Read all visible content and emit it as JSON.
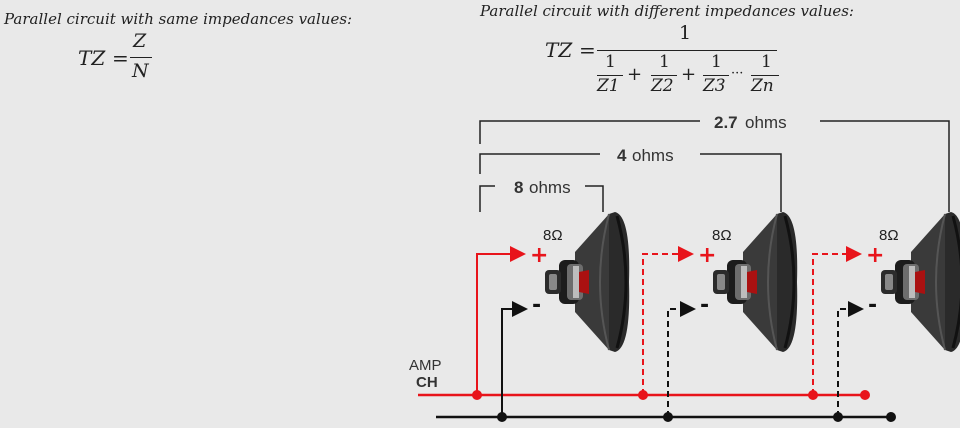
{
  "left": {
    "caption": "Parallel circuit with same impedances values:",
    "formula": {
      "lhs": "TZ",
      "eq": "=",
      "numerator": "Z",
      "denominator": "N"
    }
  },
  "right": {
    "caption": "Parallel circuit with different impedances values:",
    "formula": {
      "lhs": "TZ",
      "eq": "=",
      "numerator": "1",
      "terms": [
        {
          "num": "1",
          "den": "Z1"
        },
        {
          "num": "1",
          "den": "Z2"
        },
        {
          "num": "1",
          "den": "Z3"
        },
        {
          "num": "1",
          "den": "Zn"
        }
      ],
      "plus": "+",
      "ellipsis": "···"
    }
  },
  "diagram": {
    "brackets": [
      {
        "value": "2.7",
        "unit": "ohms"
      },
      {
        "value": "4",
        "unit": "ohms"
      },
      {
        "value": "8",
        "unit": "ohms"
      }
    ],
    "speakers": [
      {
        "impedance": "8Ω",
        "plus": "+",
        "minus": "-"
      },
      {
        "impedance": "8Ω",
        "plus": "+",
        "minus": "-"
      },
      {
        "impedance": "8Ω",
        "plus": "+",
        "minus": "-"
      }
    ],
    "amp_label": "AMP",
    "channel_label": "CH",
    "colors": {
      "positive": "#e8141b",
      "negative": "#111111",
      "background": "#e9e9e9"
    }
  }
}
